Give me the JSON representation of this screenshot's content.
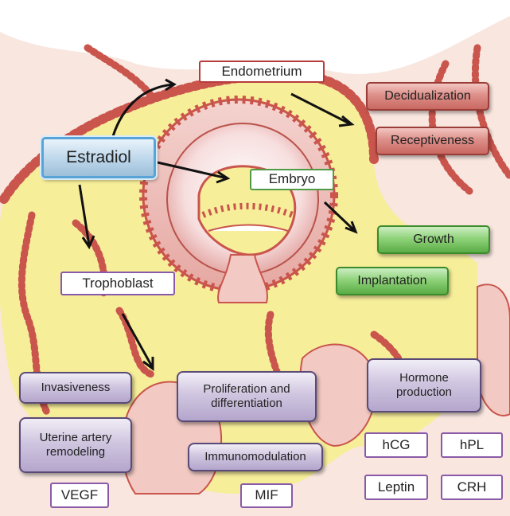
{
  "labels": {
    "estradiol": "Estradiol",
    "endometrium": "Endometrium",
    "embryo": "Embryo",
    "trophoblast": "Trophoblast"
  },
  "endometrium_effects": [
    "Decidualization",
    "Receptiveness"
  ],
  "embryo_effects": [
    "Growth",
    "Implantation"
  ],
  "trophoblast_effects": {
    "invasiveness": "Invasiveness",
    "uterine_artery_remodeling": "Uterine artery remodeling",
    "proliferation_differentiation": "Proliferation and differentiation",
    "immunomodulation": "Immunomodulation",
    "hormone_production": "Hormone production"
  },
  "factors": {
    "vegf": "VEGF",
    "mif": "MIF",
    "hcg": "hCG",
    "hpl": "hPL",
    "leptin": "Leptin",
    "crh": "CRH"
  },
  "colors": {
    "tissue_yellow": "#f7ee9a",
    "cell_red": "#c9554c",
    "tissue_pink": "#f2c9c3",
    "estradiol_border": "#59a4d6",
    "endometrium_box": "#c96861",
    "embryo_box": "#5aad45",
    "trophoblast_box": "#b4a6cc"
  }
}
